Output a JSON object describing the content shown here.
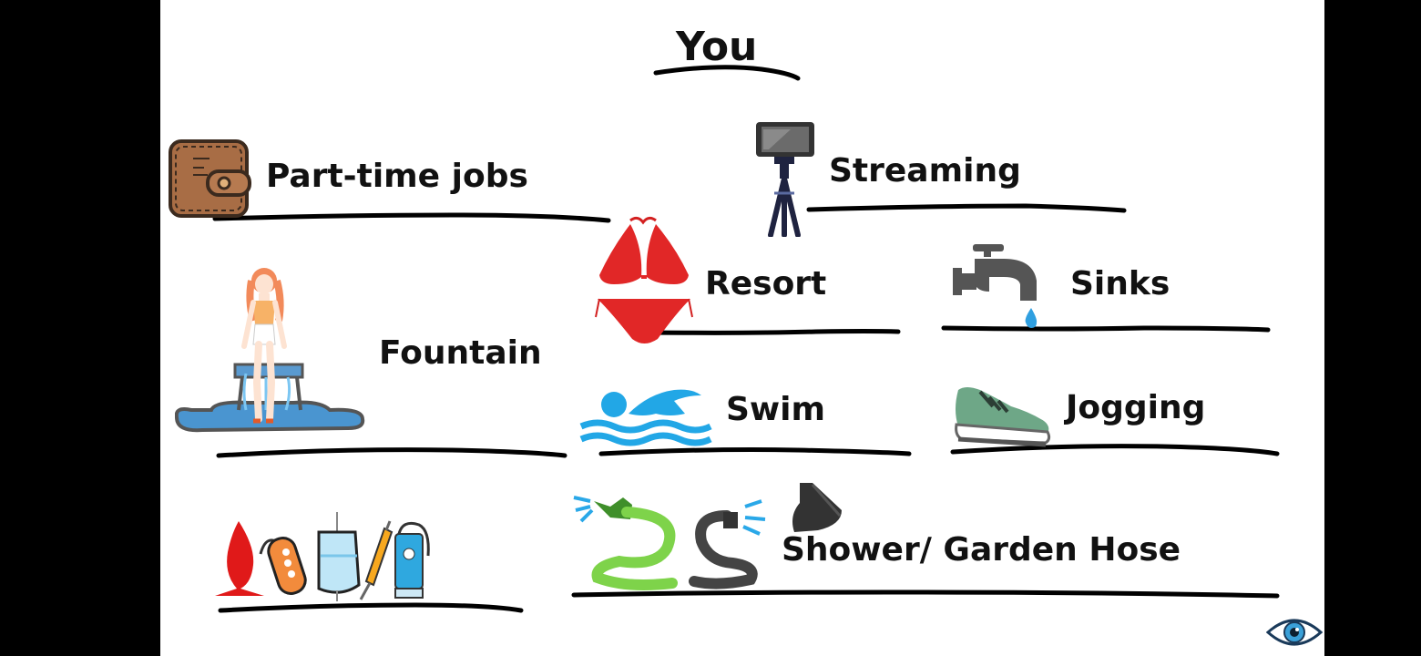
{
  "screen": {
    "title": "You",
    "options": [
      {
        "id": "part-time-jobs",
        "label": "Part-time jobs",
        "icon": "wallet-icon"
      },
      {
        "id": "streaming",
        "label": "Streaming",
        "icon": "phone-tripod-icon"
      },
      {
        "id": "resort",
        "label": "Resort",
        "icon": "bikini-icon"
      },
      {
        "id": "sinks",
        "label": "Sinks",
        "icon": "faucet-icon"
      },
      {
        "id": "fountain",
        "label": "Fountain",
        "icon": "girl-fountain-icon"
      },
      {
        "id": "swim",
        "label": "Swim",
        "icon": "swimmer-icon"
      },
      {
        "id": "jogging",
        "label": "Jogging",
        "icon": "sneaker-icon"
      },
      {
        "id": "toys",
        "label": "",
        "icon": "toys-icon"
      },
      {
        "id": "shower-garden-hose",
        "label": "Shower/ Garden Hose",
        "icon": "hose-shower-icon"
      }
    ],
    "eye_button": {
      "icon": "eye-icon"
    }
  },
  "colors": {
    "background": "#ffffff",
    "letterbox": "#000000",
    "ink": "#111111"
  }
}
